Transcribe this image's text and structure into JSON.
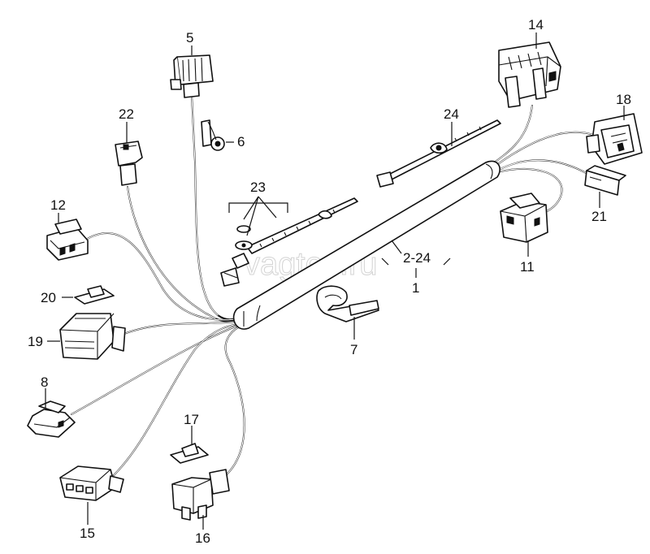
{
  "watermark": "vagtec.ru",
  "labels": {
    "l1": "1",
    "l2_24": "2-24",
    "l5": "5",
    "l6": "6",
    "l7": "7",
    "l8": "8",
    "l11": "11",
    "l12": "12",
    "l14": "14",
    "l15": "15",
    "l16": "16",
    "l17": "17",
    "l18": "18",
    "l19": "19",
    "l20": "20",
    "l21": "21",
    "l22": "22",
    "l23": "23",
    "l24": "24"
  }
}
